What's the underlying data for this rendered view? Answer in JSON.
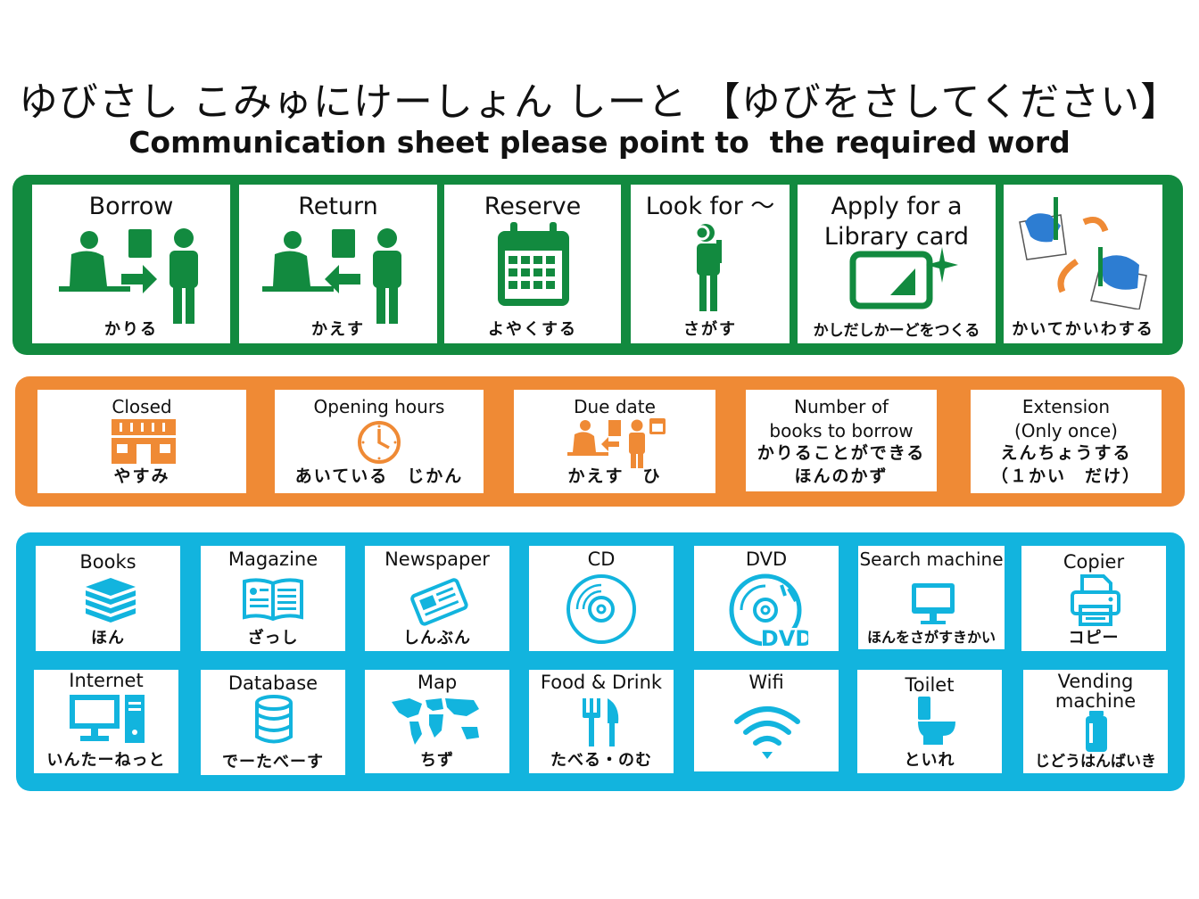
{
  "header": {
    "title_jp": "ゆびさし こみゅにけーしょん しーと 【ゆびをさしてください】",
    "title_en": "Communication sheet please point to  the required word"
  },
  "colors": {
    "green": "#128A3F",
    "orange": "#EF8A35",
    "blue": "#12B4DE",
    "hand_blue": "#2D7DD2"
  },
  "services": [
    {
      "label": "Borrow",
      "jp": "かりる",
      "icon": "borrow-icon"
    },
    {
      "label": "Return",
      "jp": "かえす",
      "icon": "return-icon"
    },
    {
      "label": "Reserve",
      "jp": "よやくする",
      "icon": "calendar-icon"
    },
    {
      "label": "Look for ～",
      "jp": "さがす",
      "icon": "searching-person-icon"
    },
    {
      "label": "Apply for a\nLibrary card",
      "jp": "かしだしかーどをつくる",
      "icon": "library-card-icon"
    },
    {
      "label": "",
      "jp": "かいてかいわする",
      "icon": "writing-conversation-icon"
    }
  ],
  "info": [
    {
      "label": "Closed",
      "jp": "やすみ",
      "icon": "closed-building-icon"
    },
    {
      "label": "Opening hours",
      "jp": "あいている　じかん",
      "icon": "clock-icon"
    },
    {
      "label": "Due date",
      "jp": "かえす　ひ",
      "icon": "due-date-icon"
    },
    {
      "label": "Number of\nbooks to borrow",
      "jp": "かりることができる\nほんのかず",
      "icon": ""
    },
    {
      "label": "Extension\n(Only once)",
      "jp": "えんちょうする\n（１かい　だけ）",
      "icon": ""
    }
  ],
  "facilities_row1": [
    {
      "label": "Books",
      "jp": "ほん",
      "icon": "books-icon"
    },
    {
      "label": "Magazine",
      "jp": "ざっし",
      "icon": "magazine-icon"
    },
    {
      "label": "Newspaper",
      "jp": "しんぶん",
      "icon": "newspaper-icon"
    },
    {
      "label": "CD",
      "jp": "",
      "icon": "cd-icon"
    },
    {
      "label": "DVD",
      "jp": "",
      "icon": "dvd-icon",
      "icon_text": "DVD"
    },
    {
      "label": "Search machine",
      "jp": "ほんをさがすきかい",
      "icon": "monitor-icon"
    },
    {
      "label": "Copier",
      "jp": "コピー",
      "icon": "copier-icon"
    }
  ],
  "facilities_row2": [
    {
      "label": "Internet",
      "jp": "いんたーねっと",
      "icon": "computer-icon"
    },
    {
      "label": "Database",
      "jp": "でーたべーす",
      "icon": "database-icon"
    },
    {
      "label": "Map",
      "jp": "ちず",
      "icon": "world-map-icon"
    },
    {
      "label": "Food & Drink",
      "jp": "たべる・のむ",
      "icon": "fork-knife-icon"
    },
    {
      "label": "Wifi",
      "jp": "",
      "icon": "wifi-icon"
    },
    {
      "label": "Toilet",
      "jp": "といれ",
      "icon": "toilet-icon"
    },
    {
      "label": "Vending\nmachine",
      "jp": "じどうはんばいき",
      "icon": "vending-machine-icon"
    }
  ]
}
